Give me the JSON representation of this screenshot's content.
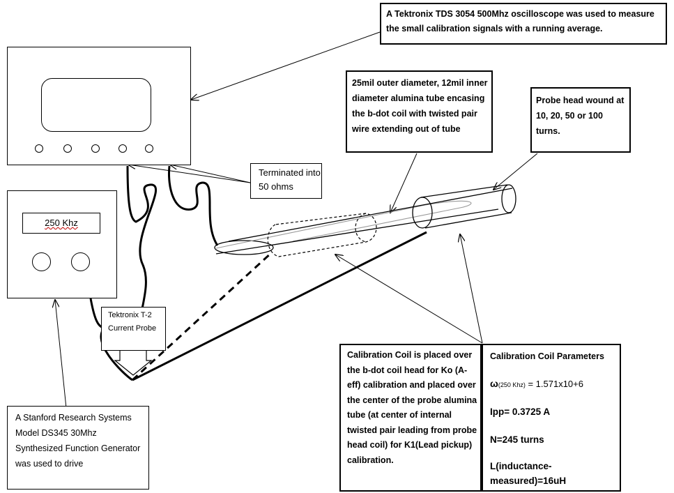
{
  "oscilloscope_note": "A Tektronix TDS 3054  500Mhz  oscilloscope was used to measure the small calibration signals with a running average.",
  "tube_note": "25mil outer diameter, 12mil inner diameter alumina tube encasing the b-dot coil with twisted pair wire extending out of tube",
  "probe_head_note": "Probe head wound at 10, 20, 50 or 100 turns.",
  "terminated_note": "Terminated into 50 ohms",
  "generator_display": "250  Khz",
  "current_probe_note": "Tektronix T-2 Current Probe",
  "generator_note": "A Stanford Research Systems Model DS345 30Mhz Synthesized Function Generator was used to drive",
  "calibration_note": "Calibration Coil is placed over the b-dot coil head for Ko (A-eff) calibration and placed over the center of the probe alumina tube (at center of internal twisted pair leading from probe head coil) for K1(Lead pickup) calibration.",
  "params": {
    "title": "Calibration Coil Parameters",
    "omega_symbol": "ω",
    "omega_sub": "(250 Khz)",
    "omega_value": " = 1.571x10+6",
    "ipp": "Ipp= 0.3725 A",
    "n": "N=245 turns",
    "l": "L(inductance-measured)=16uH"
  }
}
